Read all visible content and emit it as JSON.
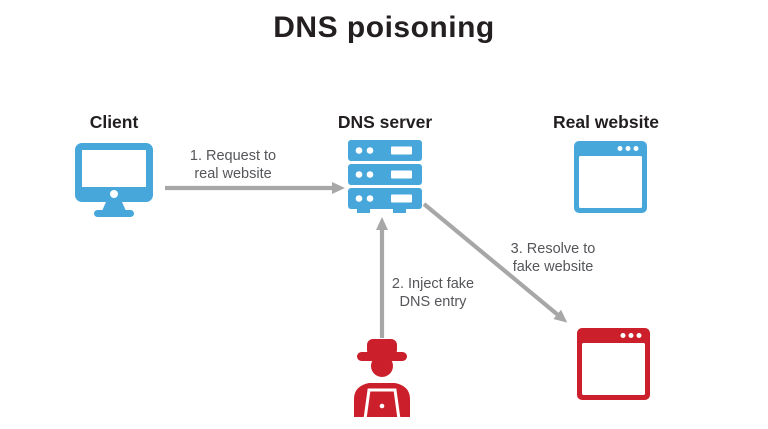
{
  "title": "DNS poisoning",
  "colors": {
    "blue": "#47a7db",
    "red": "#cb202c",
    "arrow": "#a7a7a8",
    "label": "#231f20",
    "step_text": "#55565a",
    "background": "#ffffff"
  },
  "nodes": {
    "client": {
      "label": "Client",
      "icon": "desktop-computer-icon",
      "color": "blue"
    },
    "dns_server": {
      "label": "DNS server",
      "icon": "server-rack-icon",
      "color": "blue"
    },
    "real_website": {
      "label": "Real website",
      "icon": "browser-window-icon",
      "color": "blue"
    },
    "attacker": {
      "label": "",
      "icon": "hacker-icon",
      "color": "red"
    },
    "fake_website": {
      "label": "",
      "icon": "browser-window-icon",
      "color": "red"
    }
  },
  "steps": [
    {
      "line1": "1. Request to",
      "line2": "real website",
      "from": "client",
      "to": "dns_server"
    },
    {
      "line1": "2. Inject fake",
      "line2": "DNS entry",
      "from": "attacker",
      "to": "dns_server"
    },
    {
      "line1": "3. Resolve to",
      "line2": "fake website",
      "from": "dns_server",
      "to": "fake_website"
    }
  ]
}
